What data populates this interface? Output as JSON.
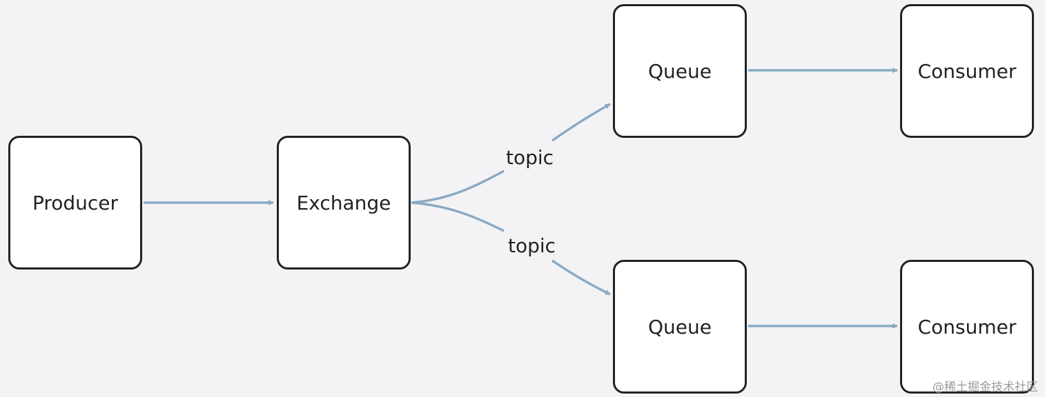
{
  "diagram": {
    "nodes": {
      "producer": "Producer",
      "exchange": "Exchange",
      "queue_top": "Queue",
      "queue_bottom": "Queue",
      "consumer_top": "Consumer",
      "consumer_bottom": "Consumer"
    },
    "edges": {
      "topic_top": "topic",
      "topic_bottom": "topic"
    },
    "colors": {
      "arrow": "#8aaac3",
      "node_border": "#222222",
      "node_fill": "#ffffff",
      "background": "#f3f3f5"
    }
  },
  "watermark": "@稀土掘金技术社区"
}
